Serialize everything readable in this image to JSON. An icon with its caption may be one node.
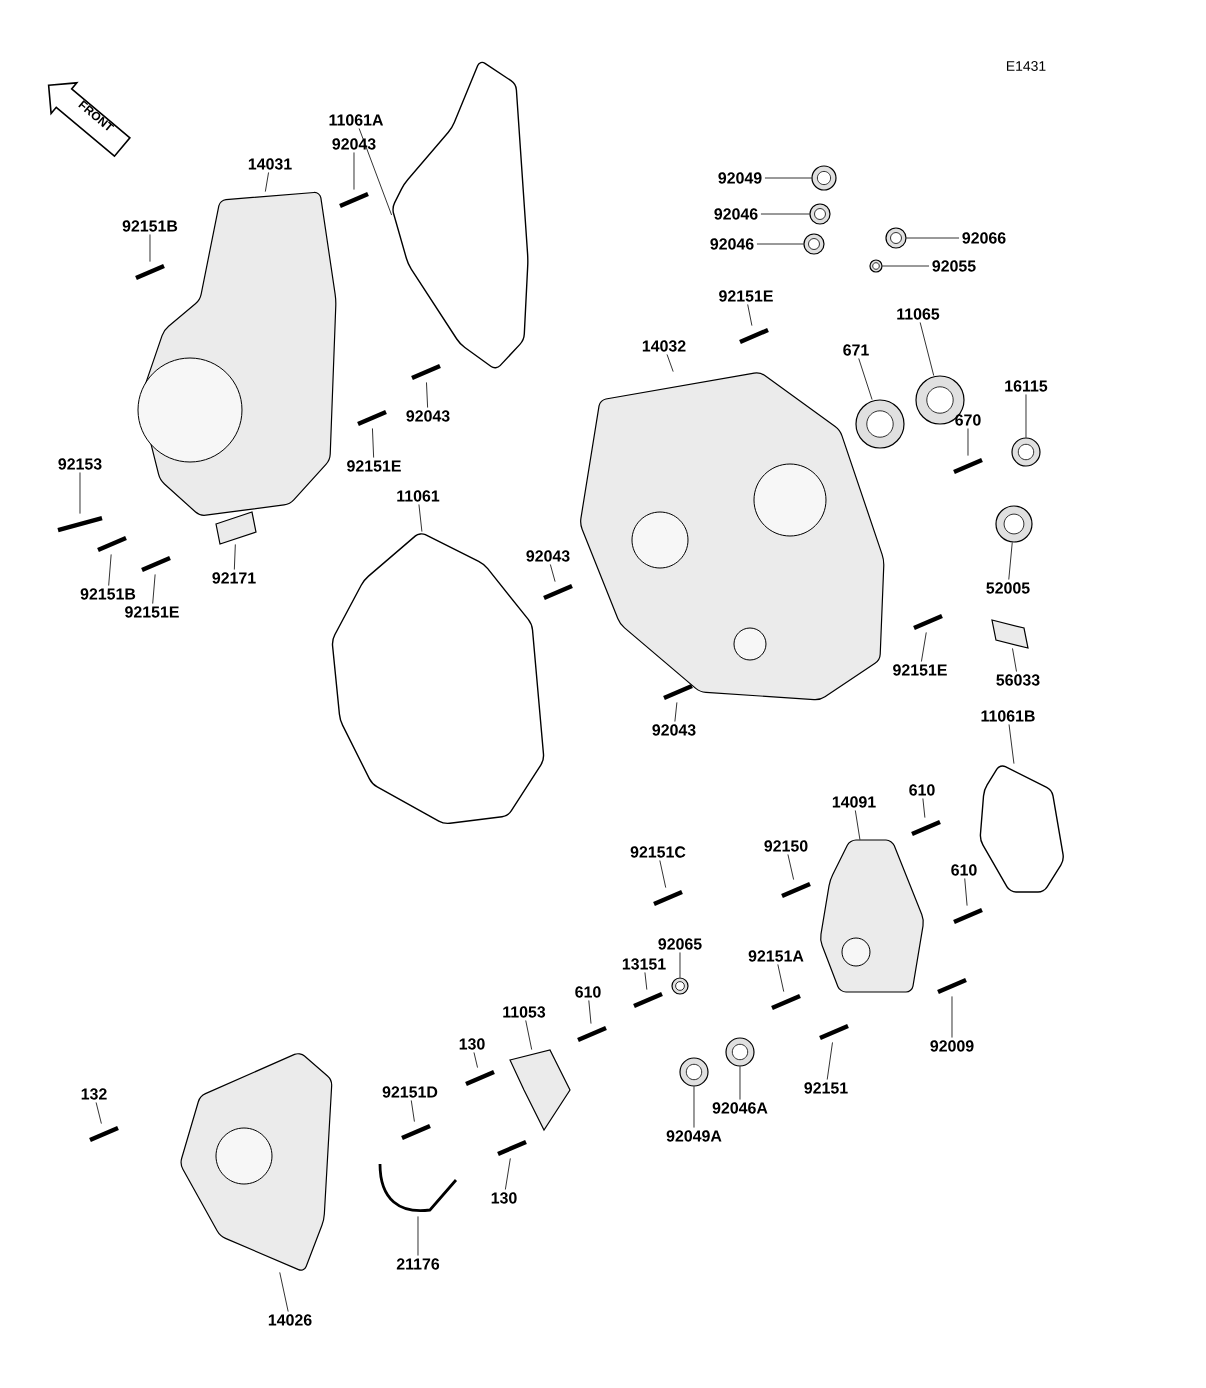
{
  "diagram": {
    "nodes": [
      {
        "text": [
          "14031"
        ]
      },
      {
        "text": [
          "92043"
        ]
      },
      {
        "text": [
          "11061A"
        ]
      },
      {
        "text": [
          "92151B"
        ]
      },
      {
        "text": [
          "92043"
        ]
      },
      {
        "text": [
          "92151E"
        ]
      },
      {
        "text": [
          "92153"
        ]
      },
      {
        "text": [
          "92151B"
        ]
      },
      {
        "text": [
          "92151E"
        ]
      },
      {
        "text": [
          "92171"
        ]
      },
      {
        "text": [
          "11061"
        ]
      },
      {
        "text": [
          "92043"
        ]
      },
      {
        "text": [
          "92043"
        ]
      },
      {
        "text": [
          "92049"
        ]
      },
      {
        "text": [
          "92046"
        ]
      },
      {
        "text": [
          "92046"
        ]
      },
      {
        "text": [
          "92066"
        ]
      },
      {
        "text": [
          "92055"
        ]
      },
      {
        "text": [
          "92151E"
        ]
      },
      {
        "text": [
          "14032"
        ]
      },
      {
        "text": [
          "671"
        ]
      },
      {
        "text": [
          "11065"
        ]
      },
      {
        "text": [
          "16115"
        ]
      },
      {
        "text": [
          "670"
        ]
      },
      {
        "text": [
          "52005"
        ]
      },
      {
        "text": [
          "92151E"
        ]
      },
      {
        "text": [
          "56033"
        ]
      },
      {
        "text": [
          "11061B"
        ]
      },
      {
        "text": [
          "14091"
        ]
      },
      {
        "text": [
          "610"
        ]
      },
      {
        "text": [
          "610"
        ]
      },
      {
        "text": [
          "92151C"
        ]
      },
      {
        "text": [
          "92150"
        ]
      },
      {
        "text": [
          "92065"
        ]
      },
      {
        "text": [
          "92151A"
        ]
      },
      {
        "text": [
          "13151"
        ]
      },
      {
        "text": [
          "610"
        ]
      },
      {
        "text": [
          "11053"
        ]
      },
      {
        "text": [
          "130"
        ]
      },
      {
        "text": [
          "92151D"
        ]
      },
      {
        "text": [
          "130"
        ]
      },
      {
        "text": [
          "92049A"
        ]
      },
      {
        "text": [
          "92046A"
        ]
      },
      {
        "text": [
          "92151"
        ]
      },
      {
        "text": [
          "92009"
        ]
      },
      {
        "text": [
          "132"
        ]
      },
      {
        "text": [
          "21176"
        ]
      },
      {
        "text": [
          "14026"
        ]
      },
      {
        "text": [],
        "shape": "picture"
      },
      {
        "text": [],
        "shape": "picture"
      },
      {
        "text": [],
        "shape": "picture"
      },
      {
        "text": [],
        "shape": "picture"
      },
      {
        "text": [],
        "shape": "picture"
      },
      {
        "text": [],
        "shape": "picture"
      },
      {
        "text": [],
        "shape": "picture"
      },
      {
        "text": [],
        "shape": "picture"
      },
      {
        "text": [],
        "shape": "picture"
      },
      {
        "text": [],
        "shape": "picture"
      },
      {
        "text": [],
        "shape": "picture"
      },
      {
        "text": [],
        "shape": "picture"
      },
      {
        "text": [],
        "shape": "picture"
      },
      {
        "text": [],
        "shape": "picture"
      },
      {
        "text": [],
        "shape": "picture"
      },
      {
        "text": [],
        "shape": "picture"
      },
      {
        "text": [],
        "shape": "picture"
      },
      {
        "text": [],
        "shape": "picture"
      },
      {
        "text": [],
        "shape": "picture"
      },
      {
        "text": [],
        "shape": "picture"
      },
      {
        "text": [],
        "shape": "picture"
      },
      {
        "text": [],
        "shape": "picture"
      },
      {
        "text": [],
        "shape": "picture"
      },
      {
        "text": [],
        "shape": "picture"
      },
      {
        "text": [],
        "shape": "picture"
      },
      {
        "text": [],
        "shape": "picture"
      },
      {
        "text": [],
        "shape": "picture"
      },
      {
        "text": [],
        "shape": "picture"
      },
      {
        "text": [],
        "shape": "picture"
      },
      {
        "text": [],
        "shape": "picture"
      },
      {
        "text": [],
        "shape": "picture"
      },
      {
        "text": [],
        "shape": "picture"
      },
      {
        "text": [],
        "shape": "picture"
      },
      {
        "text": [],
        "shape": "picture"
      },
      {
        "text": [],
        "shape": "picture"
      },
      {
        "text": [],
        "shape": "picture"
      },
      {
        "text": [],
        "shape": "picture"
      },
      {
        "text": [],
        "shape": "picture"
      },
      {
        "text": [],
        "shape": "picture"
      },
      {
        "text": [],
        "shape": "picture"
      },
      {
        "text": [],
        "shape": "picture"
      },
      {
        "text": [],
        "shape": "picture"
      },
      {
        "text": [],
        "shape": "picture"
      },
      {
        "text": [],
        "shape": "picture"
      },
      {
        "text": [],
        "shape": "picture"
      },
      {
        "text": [],
        "shape": "picture"
      },
      {
        "text": [],
        "shape": "picture"
      },
      {
        "text": [],
        "shape": "picture"
      }
    ],
    "edges": [
      {
        "from": 0,
        "to": 48,
        "arrow": "none"
      },
      {
        "from": 1,
        "to": 49,
        "arrow": "none"
      },
      {
        "from": 2,
        "to": 50,
        "arrow": "none"
      },
      {
        "from": 3,
        "to": 51,
        "arrow": "none"
      },
      {
        "from": 4,
        "to": 52,
        "arrow": "none"
      },
      {
        "from": 5,
        "to": 53,
        "arrow": "none"
      },
      {
        "from": 6,
        "to": 54,
        "arrow": "none"
      },
      {
        "from": 7,
        "to": 55,
        "arrow": "none"
      },
      {
        "from": 8,
        "to": 56,
        "arrow": "none"
      },
      {
        "from": 9,
        "to": 57,
        "arrow": "none"
      },
      {
        "from": 10,
        "to": 58,
        "arrow": "none"
      },
      {
        "from": 11,
        "to": 59,
        "arrow": "none"
      },
      {
        "from": 12,
        "to": 60,
        "arrow": "none"
      },
      {
        "from": 13,
        "to": 61,
        "arrow": "none"
      },
      {
        "from": 14,
        "to": 62,
        "arrow": "none"
      },
      {
        "from": 15,
        "to": 63,
        "arrow": "none"
      },
      {
        "from": 16,
        "to": 64,
        "arrow": "none"
      },
      {
        "from": 17,
        "to": 65,
        "arrow": "none"
      },
      {
        "from": 18,
        "to": 66,
        "arrow": "none"
      },
      {
        "from": 19,
        "to": 67,
        "arrow": "none"
      },
      {
        "from": 20,
        "to": 68,
        "arrow": "none"
      },
      {
        "from": 21,
        "to": 69,
        "arrow": "none"
      },
      {
        "from": 22,
        "to": 70,
        "arrow": "none"
      },
      {
        "from": 23,
        "to": 71,
        "arrow": "none"
      },
      {
        "from": 24,
        "to": 72,
        "arrow": "none"
      },
      {
        "from": 25,
        "to": 73,
        "arrow": "none"
      },
      {
        "from": 26,
        "to": 74,
        "arrow": "none"
      },
      {
        "from": 27,
        "to": 75,
        "arrow": "none"
      },
      {
        "from": 28,
        "to": 76,
        "arrow": "none"
      },
      {
        "from": 29,
        "to": 77,
        "arrow": "none"
      },
      {
        "from": 30,
        "to": 78,
        "arrow": "none"
      },
      {
        "from": 31,
        "to": 79,
        "arrow": "none"
      },
      {
        "from": 32,
        "to": 80,
        "arrow": "none"
      },
      {
        "from": 33,
        "to": 81,
        "arrow": "none"
      },
      {
        "from": 34,
        "to": 82,
        "arrow": "none"
      },
      {
        "from": 35,
        "to": 83,
        "arrow": "none"
      },
      {
        "from": 36,
        "to": 84,
        "arrow": "none"
      },
      {
        "from": 37,
        "to": 85,
        "arrow": "none"
      },
      {
        "from": 38,
        "to": 86,
        "arrow": "none"
      },
      {
        "from": 39,
        "to": 87,
        "arrow": "none"
      },
      {
        "from": 40,
        "to": 88,
        "arrow": "none"
      },
      {
        "from": 41,
        "to": 89,
        "arrow": "none"
      },
      {
        "from": 42,
        "to": 90,
        "arrow": "none"
      },
      {
        "from": 43,
        "to": 91,
        "arrow": "none"
      },
      {
        "from": 44,
        "to": 92,
        "arrow": "none"
      },
      {
        "from": 45,
        "to": 93,
        "arrow": "none"
      },
      {
        "from": 46,
        "to": 94,
        "arrow": "none"
      },
      {
        "from": 47,
        "to": 95,
        "arrow": "none"
      }
    ],
    "labels": [
      "E1431",
      "FRONT"
    ]
  }
}
